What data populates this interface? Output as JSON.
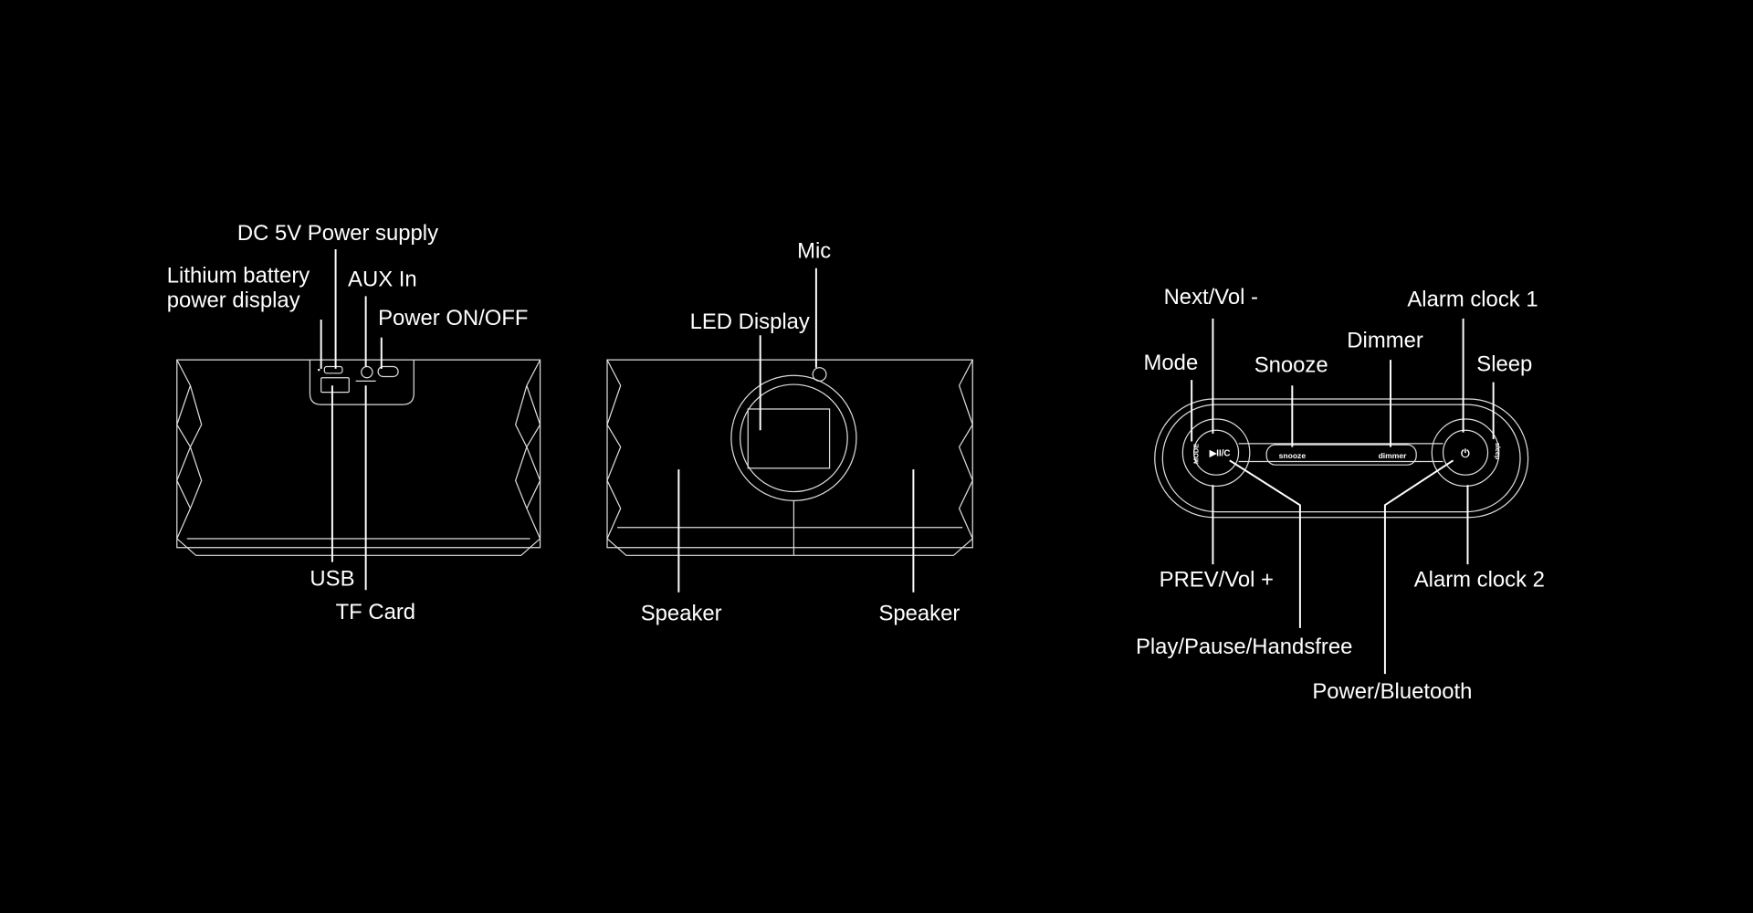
{
  "colors": {
    "background": "#000000",
    "lines": "#ffffff"
  },
  "back_view": {
    "labels": {
      "dc_power": "DC 5V Power supply",
      "battery_line1": "Lithium battery",
      "battery_line2": "power display",
      "aux": "AUX In",
      "power_switch": "Power ON/OFF",
      "usb": "USB",
      "tf_card": "TF Card"
    }
  },
  "front_view": {
    "labels": {
      "mic": "Mic",
      "led": "LED Display",
      "speaker_left": "Speaker",
      "speaker_right": "Speaker"
    }
  },
  "top_view": {
    "labels": {
      "next": "Next/Vol -",
      "alarm1": "Alarm clock 1",
      "dimmer": "Dimmer",
      "mode": "Mode",
      "snooze": "Snooze",
      "sleep": "Sleep",
      "prev": "PREV/Vol +",
      "alarm2": "Alarm clock 2",
      "play": "Play/Pause/Handsfree",
      "power_bt": "Power/Bluetooth"
    },
    "printed": {
      "snooze": "snooze",
      "dimmer": "dimmer",
      "mode": "MODE",
      "sleep": "sleep"
    }
  }
}
